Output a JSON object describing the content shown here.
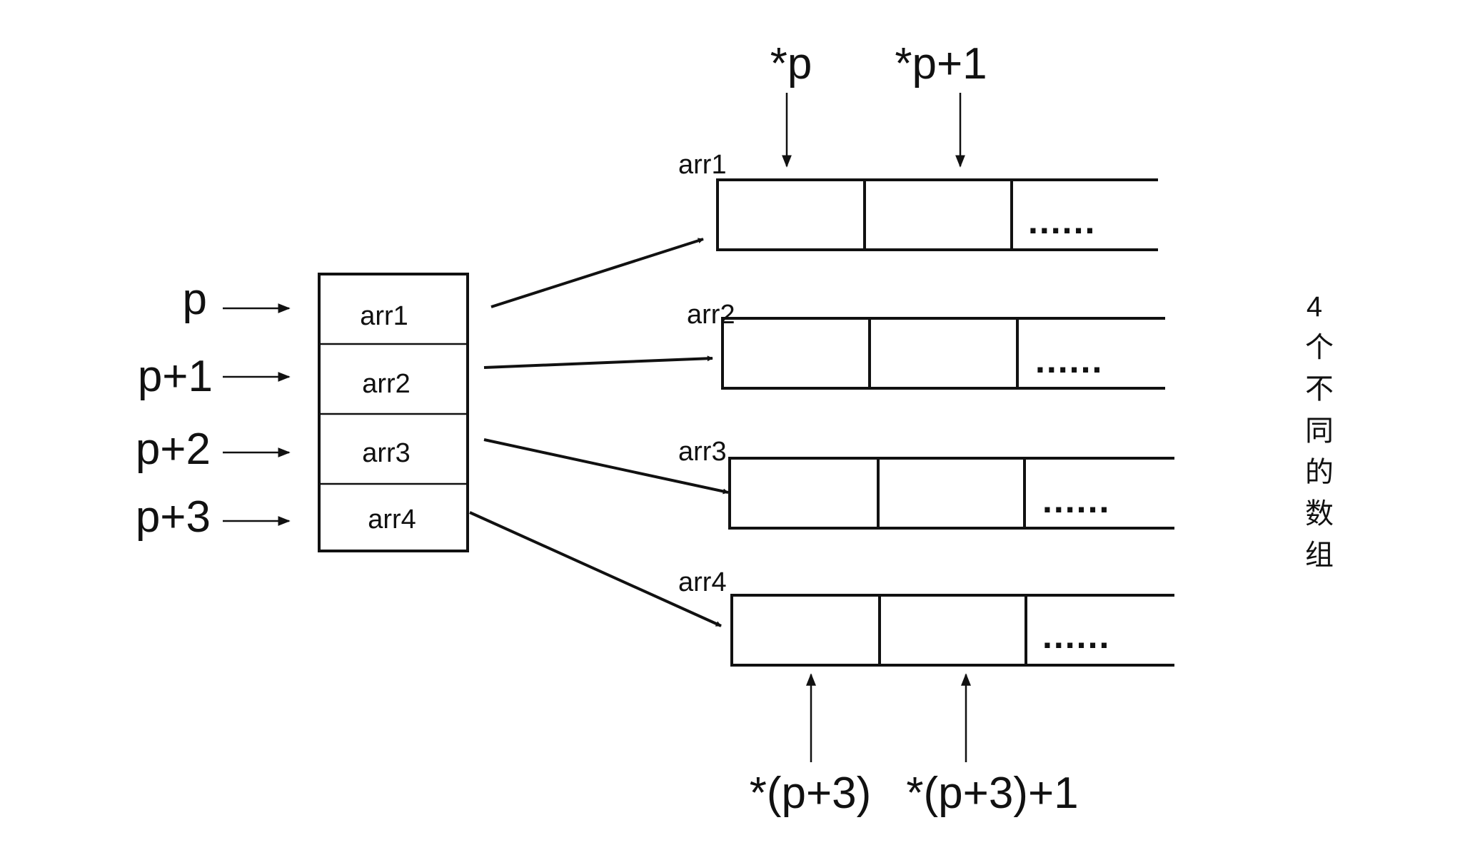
{
  "pointers": [
    "p",
    "p+1",
    "p+2",
    "p+3"
  ],
  "pointer_array": [
    "arr1",
    "arr2",
    "arr3",
    "arr4"
  ],
  "arrays": [
    {
      "name": "arr1",
      "ellipsis": "......"
    },
    {
      "name": "arr2",
      "ellipsis": "......"
    },
    {
      "name": "arr3",
      "ellipsis": "......"
    },
    {
      "name": "arr4",
      "ellipsis": "......"
    }
  ],
  "top_annotations": [
    "*p",
    "*p+1"
  ],
  "bottom_annotations": [
    "*(p+3)",
    "*(p+3)+1"
  ],
  "side_note": [
    "4",
    "个",
    "不",
    "同",
    "的",
    "数",
    "组"
  ],
  "colors": {
    "stroke": "#111111",
    "background": "#ffffff"
  }
}
